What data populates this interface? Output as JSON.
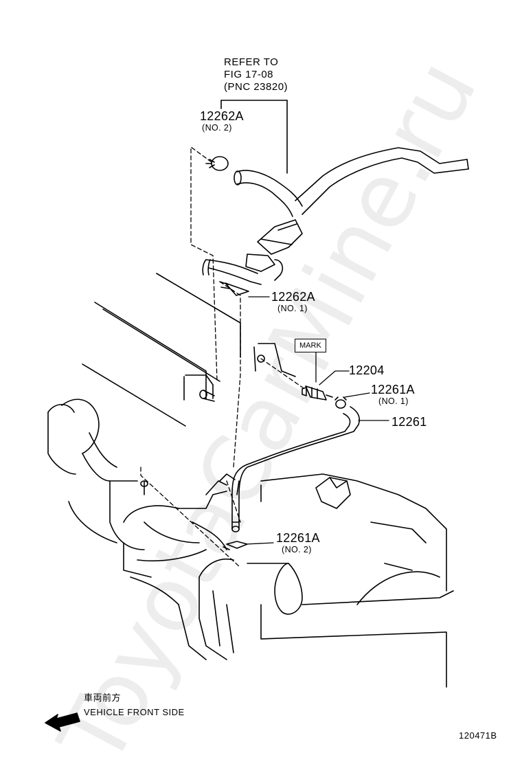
{
  "refer": {
    "line1": "REFER TO",
    "line2": "FIG 17-08",
    "line3": "(PNC 23820)"
  },
  "parts": [
    {
      "number": "12262A",
      "note": "(NO. 2)"
    },
    {
      "number": "12262A",
      "note": "(NO. 1)"
    },
    {
      "number": "12204",
      "note": ""
    },
    {
      "number": "12261A",
      "note": "(NO. 1)"
    },
    {
      "number": "12261",
      "note": ""
    },
    {
      "number": "12261A",
      "note": "(NO. 2)"
    }
  ],
  "mark_label": "MARK",
  "direction": {
    "japanese": "車両前方",
    "english": "VEHICLE FRONT SIDE"
  },
  "illustration_id": "120471B",
  "watermark": "ToyotaCarMine.ru",
  "colors": {
    "line": "#000000",
    "background": "#ffffff",
    "watermark": "#d9d9d9"
  }
}
